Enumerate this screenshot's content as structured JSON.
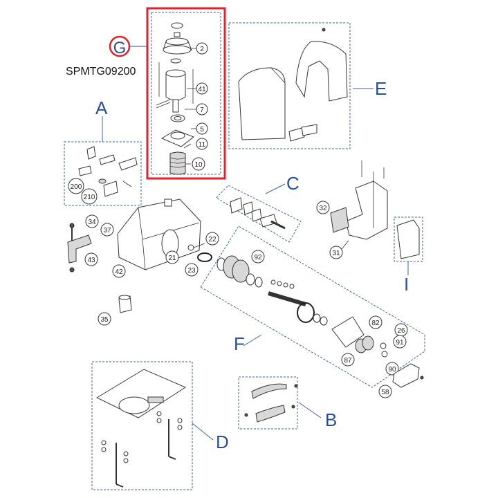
{
  "kit_code": "SPMTG09200",
  "accent": {
    "highlight_box": "#e0202a",
    "group_letter": "#2a4f9a",
    "dashed_box": "#3d5fa8"
  },
  "groups": {
    "A": "A",
    "B": "B",
    "C": "C",
    "D": "D",
    "E": "E",
    "F": "F",
    "G": "G",
    "I": "I"
  },
  "callouts": {
    "c2": "2",
    "c41": "41",
    "c7": "7",
    "c5": "5",
    "c11": "11",
    "c10": "10",
    "c200": "200",
    "c210": "210",
    "c34": "34",
    "c37": "37",
    "c43": "43",
    "c42": "42",
    "c21": "21",
    "c22": "22",
    "c23": "23",
    "c35": "35",
    "c92": "92",
    "c82": "82",
    "c26": "26",
    "c91": "91",
    "c87": "87",
    "c90": "90",
    "c58": "58",
    "c32": "32",
    "c31": "31"
  }
}
